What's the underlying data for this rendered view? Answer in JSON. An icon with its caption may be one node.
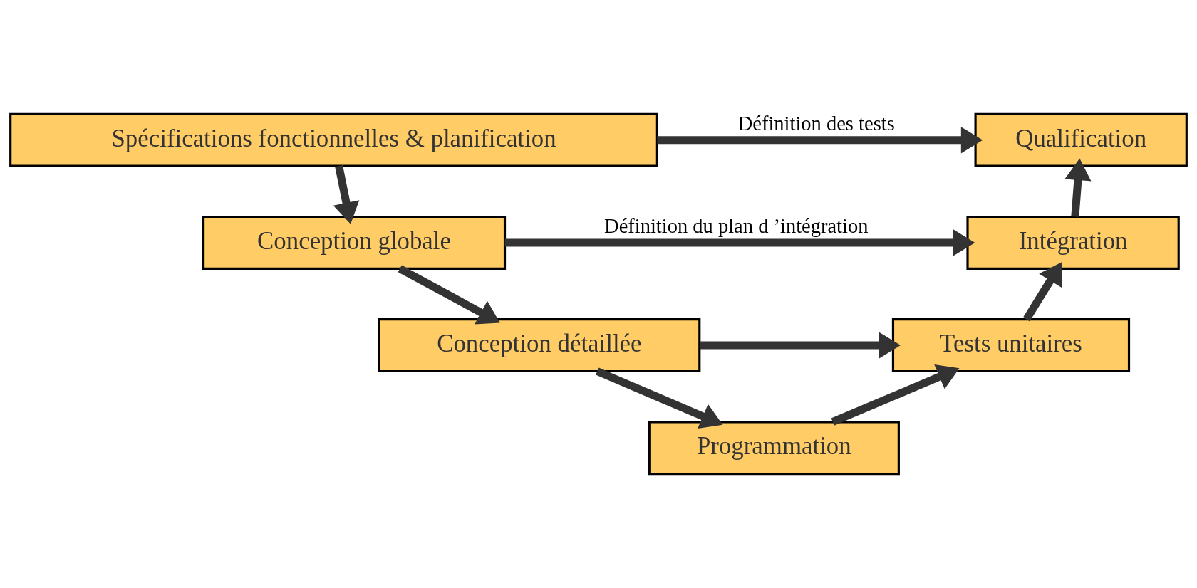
{
  "diagram": {
    "nodes": [
      {
        "text": [
          "Spécifications fonctionnelles & planification"
        ]
      },
      {
        "text": [
          "Qualification"
        ]
      },
      {
        "text": [
          "Conception globale"
        ]
      },
      {
        "text": [
          "Intégration"
        ]
      },
      {
        "text": [
          "Conception détaillée"
        ]
      },
      {
        "text": [
          "Tests unitaires"
        ]
      },
      {
        "text": [
          "Programmation"
        ]
      }
    ],
    "edges": [
      {
        "from": 0,
        "to": 1,
        "arrow": "to",
        "label": "Définition des tests"
      },
      {
        "from": 0,
        "to": 2,
        "arrow": "to"
      },
      {
        "from": 2,
        "to": 3,
        "arrow": "to",
        "label": "Définition du plan d ’intégration"
      },
      {
        "from": 2,
        "to": 4,
        "arrow": "to"
      },
      {
        "from": 4,
        "to": 5,
        "arrow": "to"
      },
      {
        "from": 4,
        "to": 6,
        "arrow": "to"
      },
      {
        "from": 6,
        "to": 5,
        "arrow": "to"
      },
      {
        "from": 5,
        "to": 3,
        "arrow": "to"
      },
      {
        "from": 3,
        "to": 1,
        "arrow": "to"
      }
    ]
  }
}
